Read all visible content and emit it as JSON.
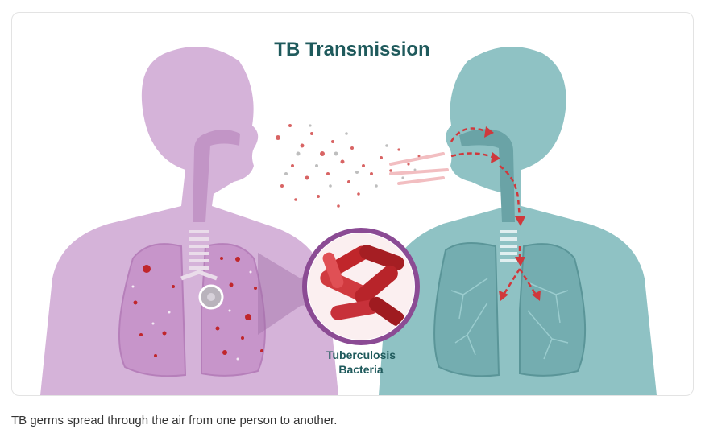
{
  "figure": {
    "title": "TB Transmission",
    "bacteria_label_line1": "Tuberculosis",
    "bacteria_label_line2": "Bacteria",
    "caption": "TB germs spread through the air from one person to another."
  },
  "colors": {
    "infected_body": "#d5b3d9",
    "infected_lung": "#c795ca",
    "healthy_body": "#8fc2c4",
    "healthy_lung": "#6ea8ab",
    "title": "#1f5a5c",
    "droplet": "#d24a4a",
    "bacteria": "#c0262b",
    "magnifier_ring": "#8b4b94"
  },
  "icons": [
    "infected-person-silhouette",
    "healthy-person-silhouette",
    "airborne-droplets",
    "bacteria-magnifier",
    "airflow-arrows"
  ]
}
